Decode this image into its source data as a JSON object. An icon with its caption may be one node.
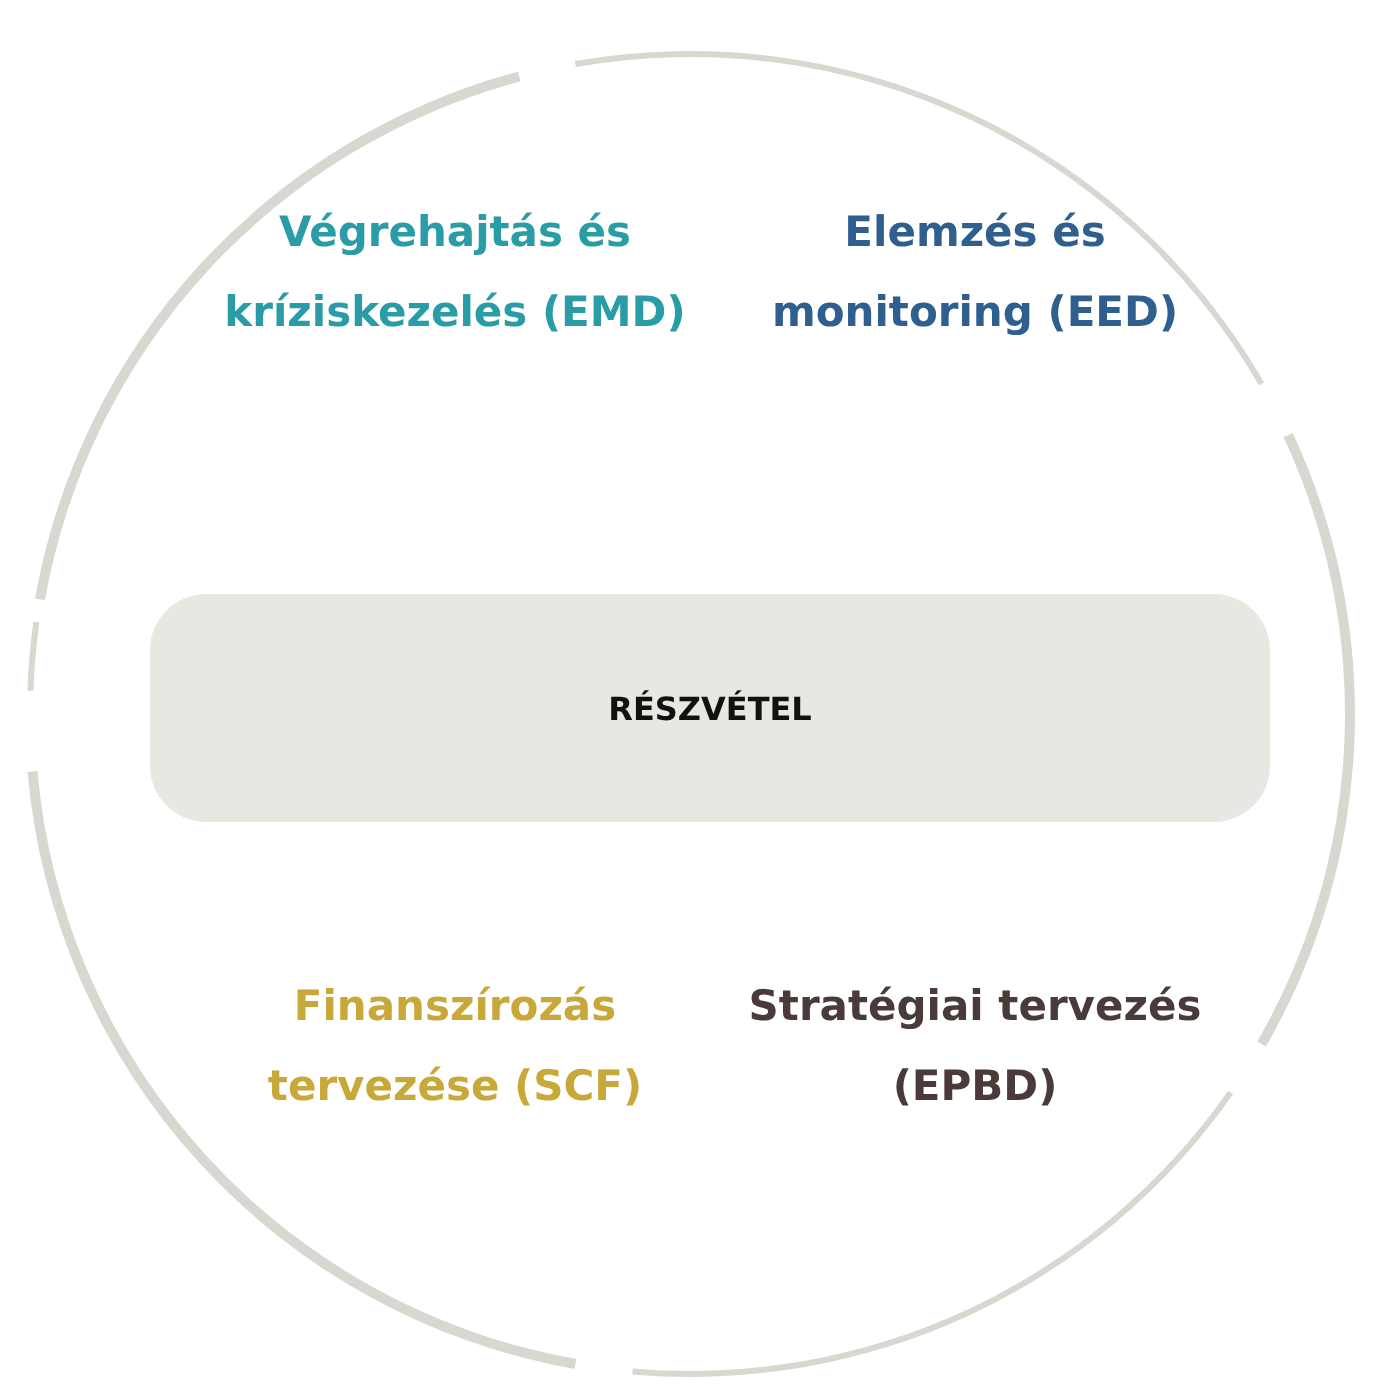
{
  "diagram": {
    "nodes": [
      {
        "text": [
          "RÉSZVÉTEL"
        ]
      }
    ],
    "labels": [
      "Végrehajtás és kríziskezelés (EMD)",
      "Elemzés és monitoring (EED)",
      "Finanszírozás tervezése (SCF)",
      "Stratégiai tervezés (EPBD)"
    ]
  }
}
